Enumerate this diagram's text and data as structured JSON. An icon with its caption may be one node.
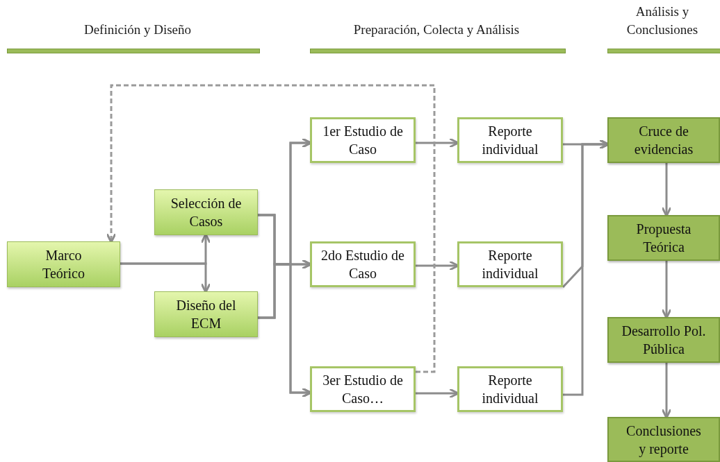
{
  "diagram": {
    "nodes": [
      {
        "text": [
          "Marco Teórico"
        ]
      },
      {
        "text": [
          "Selección de Casos"
        ]
      },
      {
        "text": [
          "Diseño del ECM"
        ]
      },
      {
        "text": [
          "1er Estudio de Caso"
        ]
      },
      {
        "text": [
          "2do Estudio de Caso"
        ]
      },
      {
        "text": [
          "3er Estudio de Caso…"
        ]
      },
      {
        "text": [
          "Reporte individual"
        ]
      },
      {
        "text": [
          "Reporte individual"
        ]
      },
      {
        "text": [
          "Reporte individual"
        ]
      },
      {
        "text": [
          "Cruce de evidencias"
        ]
      },
      {
        "text": [
          "Propuesta Teórica"
        ]
      },
      {
        "text": [
          "Desarrollo Pol. Pública"
        ]
      },
      {
        "text": [
          "Conclusiones y reporte"
        ]
      }
    ],
    "edges": [
      {
        "from": 0,
        "to": 1,
        "arrow": "to"
      },
      {
        "from": 0,
        "to": 2,
        "arrow": "to"
      },
      {
        "from": 1,
        "to": 3,
        "arrow": "to"
      },
      {
        "from": 1,
        "to": 4,
        "arrow": "to"
      },
      {
        "from": 1,
        "to": 5,
        "arrow": "to"
      },
      {
        "from": 2,
        "to": 3,
        "arrow": "to"
      },
      {
        "from": 2,
        "to": 4,
        "arrow": "to"
      },
      {
        "from": 2,
        "to": 5,
        "arrow": "to"
      },
      {
        "from": 3,
        "to": 6,
        "arrow": "to"
      },
      {
        "from": 4,
        "to": 7,
        "arrow": "to"
      },
      {
        "from": 5,
        "to": 8,
        "arrow": "to"
      },
      {
        "from": 6,
        "to": 9,
        "arrow": "to"
      },
      {
        "from": 7,
        "to": 9,
        "arrow": "to"
      },
      {
        "from": 8,
        "to": 9,
        "arrow": "to"
      },
      {
        "from": 9,
        "to": 10,
        "arrow": "to"
      },
      {
        "from": 10,
        "to": 11,
        "arrow": "to"
      },
      {
        "from": 11,
        "to": 12,
        "arrow": "to"
      },
      {
        "from": 5,
        "to": 0,
        "arrow": "to",
        "style": "dashed"
      }
    ],
    "labels": [
      "Definición y Diseño",
      "Preparación, Colecta y Análisis",
      "Análisis y Conclusiones"
    ]
  }
}
